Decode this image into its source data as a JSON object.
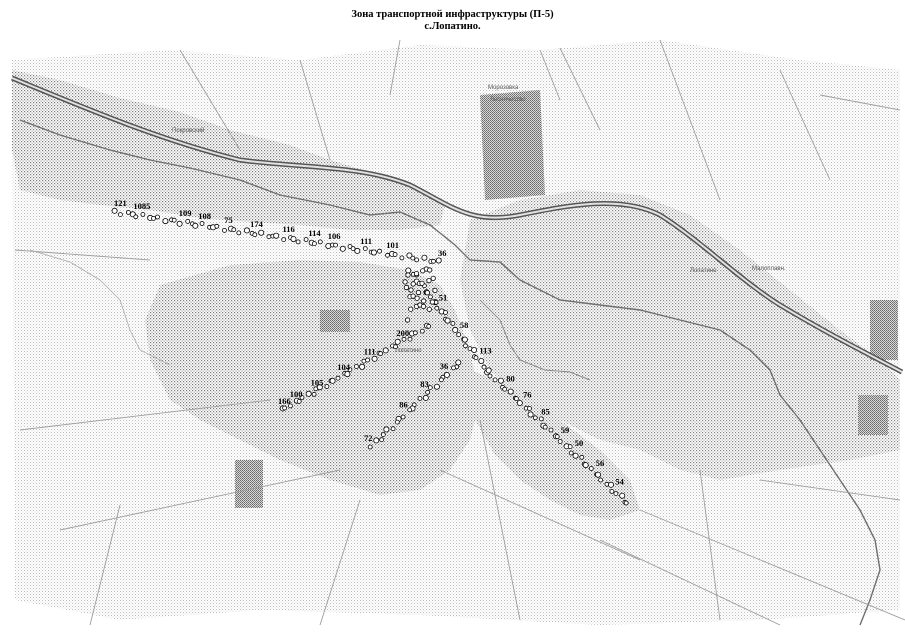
{
  "map": {
    "title_line1": "Зона транспортной инфраструктуры (П-5)",
    "title_line2": "с.Лопатино."
  },
  "place_labels": [
    {
      "name": "label-pokrovsky",
      "text": "Покровский"
    },
    {
      "name": "label-top-a",
      "text": "Морозовка"
    },
    {
      "name": "label-top-b",
      "text": "Лесничество"
    },
    {
      "name": "label-east-a",
      "text": "Лопатино"
    },
    {
      "name": "label-east-b",
      "text": "Малоплавн."
    },
    {
      "name": "label-center",
      "text": "Лопатино"
    }
  ],
  "point_labels": [
    {
      "text": "121",
      "branch": "west",
      "t": 0.0
    },
    {
      "text": "1085",
      "branch": "west",
      "t": 0.06
    },
    {
      "text": "109",
      "branch": "west",
      "t": 0.2
    },
    {
      "text": "108",
      "branch": "west",
      "t": 0.26
    },
    {
      "text": "75",
      "branch": "west",
      "t": 0.34
    },
    {
      "text": "174",
      "branch": "west",
      "t": 0.42
    },
    {
      "text": "116",
      "branch": "west",
      "t": 0.52
    },
    {
      "text": "114",
      "branch": "west",
      "t": 0.6
    },
    {
      "text": "106",
      "branch": "west",
      "t": 0.66
    },
    {
      "text": "111",
      "branch": "west",
      "t": 0.76
    },
    {
      "text": "101",
      "branch": "west",
      "t": 0.84
    },
    {
      "text": "36",
      "branch": "west",
      "t": 1.0
    },
    {
      "text": "51",
      "branch": "spine",
      "t": 0.28
    },
    {
      "text": "58",
      "branch": "spine",
      "t": 0.55
    },
    {
      "text": "113",
      "branch": "spine",
      "t": 0.8
    },
    {
      "text": "80",
      "branch": "southeast",
      "t": 0.08
    },
    {
      "text": "76",
      "branch": "southeast",
      "t": 0.2
    },
    {
      "text": "85",
      "branch": "southeast",
      "t": 0.33
    },
    {
      "text": "59",
      "branch": "southeast",
      "t": 0.47
    },
    {
      "text": "50",
      "branch": "southeast",
      "t": 0.57
    },
    {
      "text": "56",
      "branch": "southeast",
      "t": 0.72
    },
    {
      "text": "54",
      "branch": "southeast",
      "t": 0.86
    },
    {
      "text": "166",
      "branch": "southwest",
      "t": 0.0
    },
    {
      "text": "100",
      "branch": "southwest",
      "t": 0.08
    },
    {
      "text": "105",
      "branch": "southwest",
      "t": 0.22
    },
    {
      "text": "104",
      "branch": "southwest",
      "t": 0.4
    },
    {
      "text": "111",
      "branch": "southwest",
      "t": 0.58
    },
    {
      "text": "200",
      "branch": "southwest",
      "t": 0.8
    },
    {
      "text": "36",
      "branch": "south",
      "t": 0.14
    },
    {
      "text": "83",
      "branch": "south",
      "t": 0.36
    },
    {
      "text": "86",
      "branch": "south",
      "t": 0.6
    },
    {
      "text": "72",
      "branch": "south",
      "t": 1.0
    }
  ]
}
